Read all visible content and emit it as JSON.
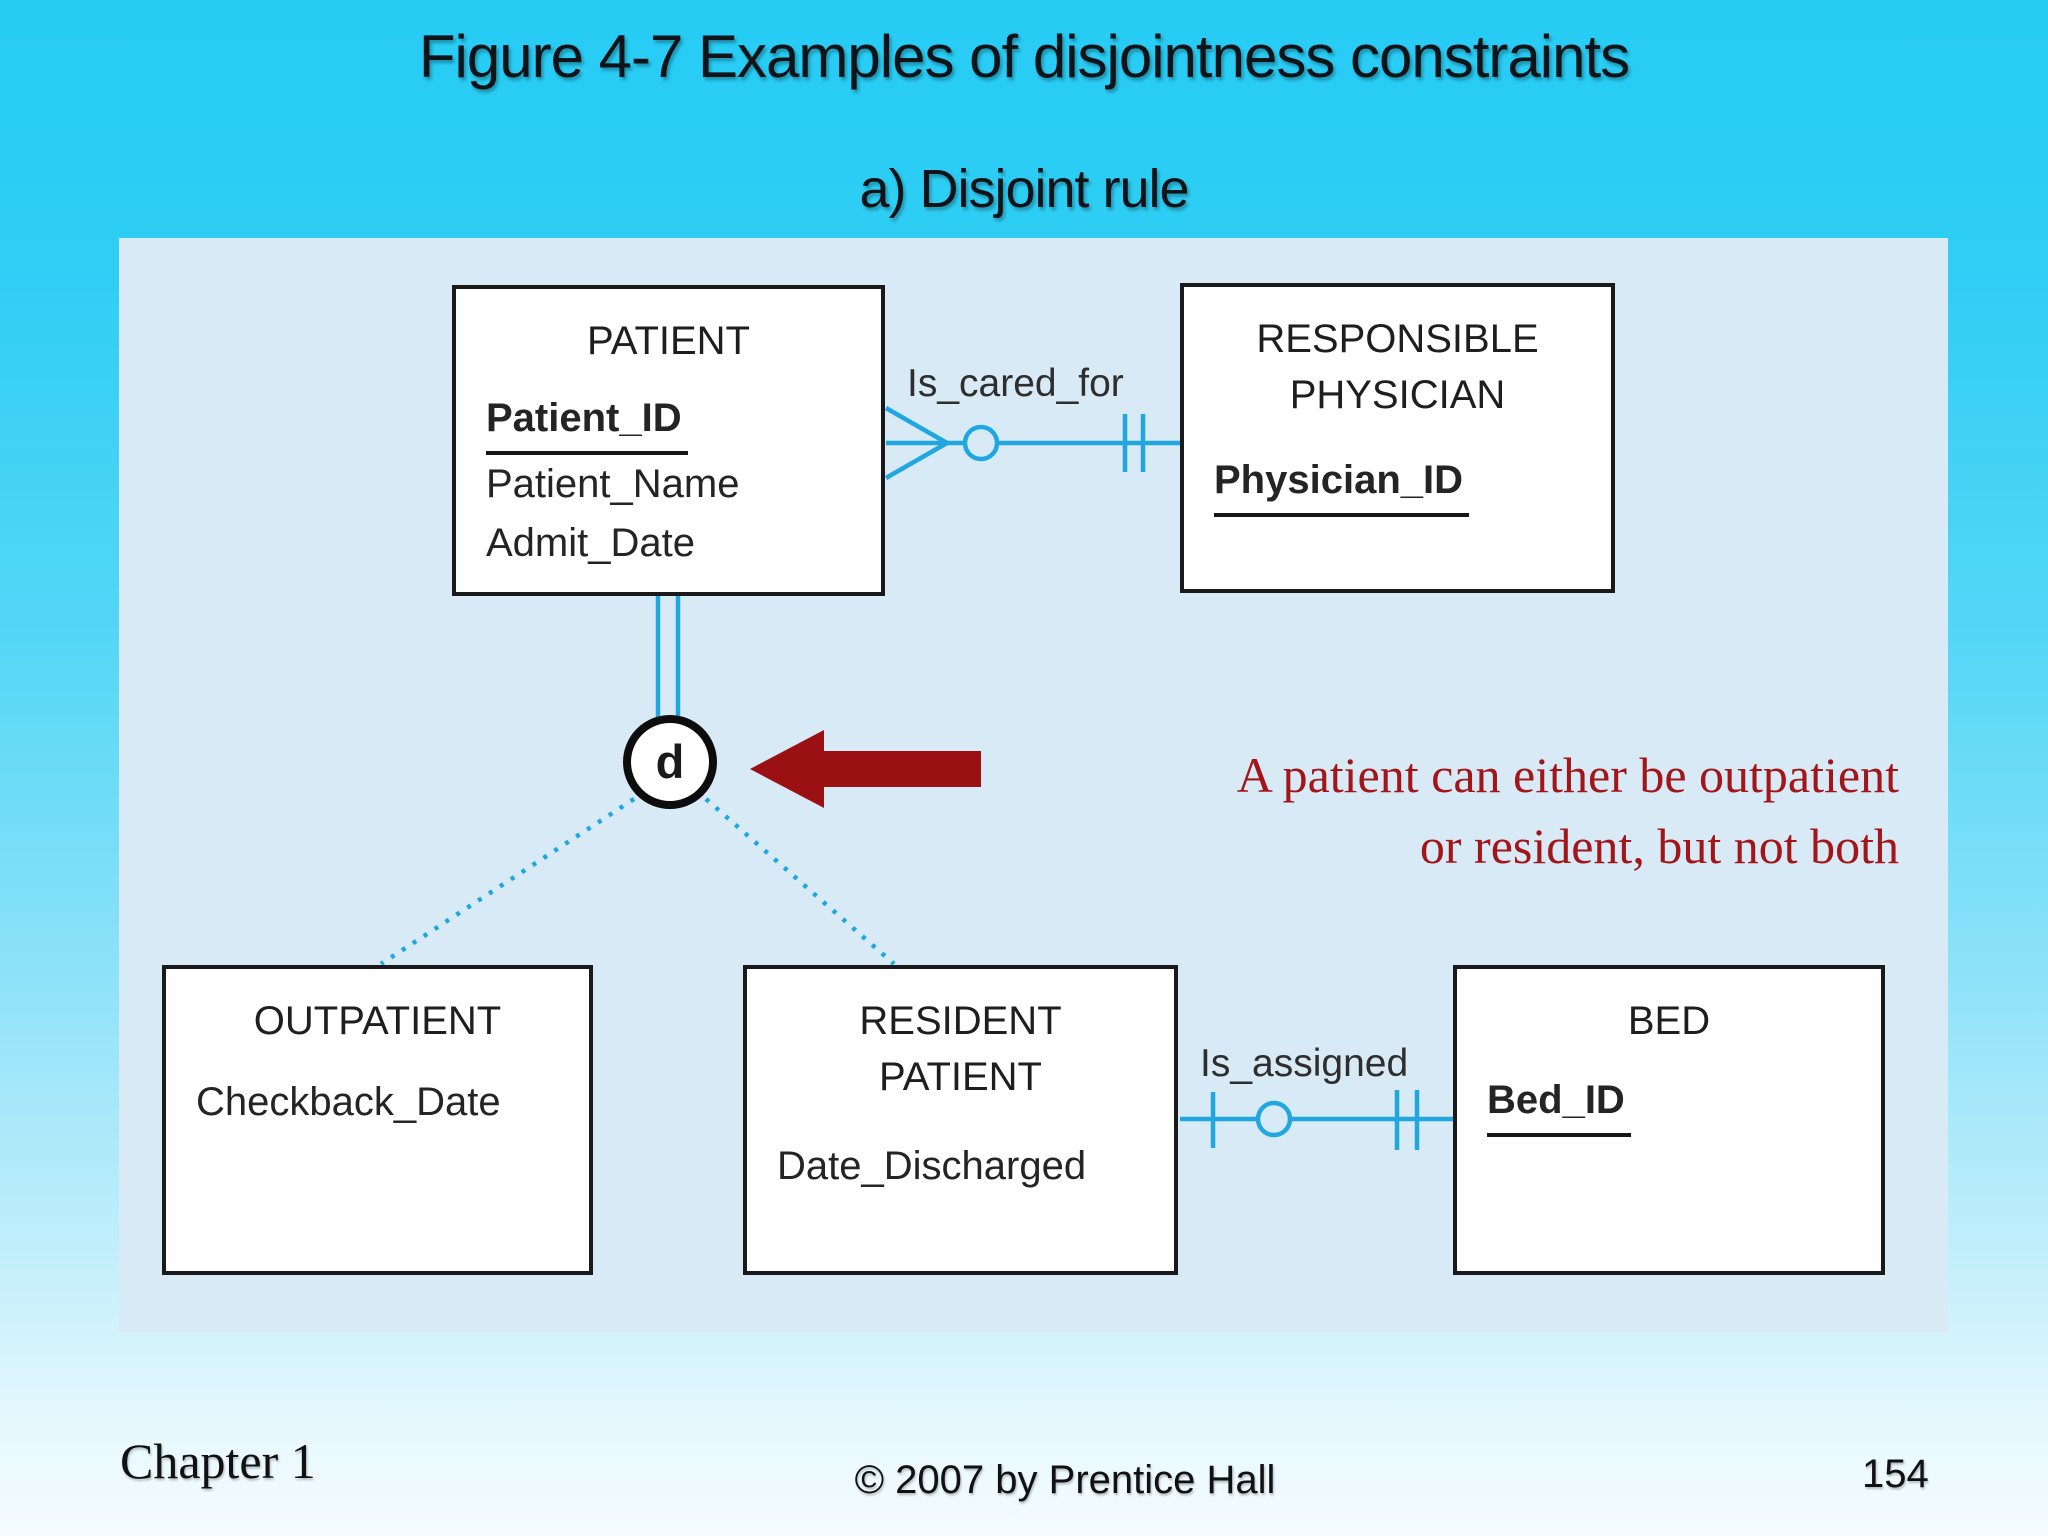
{
  "slide": {
    "title": "Figure 4-7 Examples of disjointness constraints",
    "subtitle": "a) Disjoint rule"
  },
  "diagram": {
    "entities": [
      {
        "id": "patient",
        "title_lines": [
          "PATIENT"
        ],
        "attributes": [
          {
            "text": "Patient_ID",
            "key": true
          },
          {
            "text": "Patient_Name",
            "key": false
          },
          {
            "text": "Admit_Date",
            "key": false
          }
        ]
      },
      {
        "id": "responsible-physician",
        "title_lines": [
          "RESPONSIBLE",
          "PHYSICIAN"
        ],
        "attributes": [
          {
            "text": "Physician_ID",
            "key": true
          }
        ]
      },
      {
        "id": "outpatient",
        "title_lines": [
          "OUTPATIENT"
        ],
        "attributes": [
          {
            "text": "Checkback_Date",
            "key": false
          }
        ]
      },
      {
        "id": "resident-patient",
        "title_lines": [
          "RESIDENT",
          "PATIENT"
        ],
        "attributes": [
          {
            "text": "Date_Discharged",
            "key": false
          }
        ]
      },
      {
        "id": "bed",
        "title_lines": [
          "BED"
        ],
        "attributes": [
          {
            "text": "Bed_ID",
            "key": true
          }
        ]
      }
    ],
    "relationships": [
      {
        "label": "Is_cared_for",
        "from": "PATIENT",
        "to": "RESPONSIBLE PHYSICIAN",
        "from_end_glyph": "crows-foot-with-circle",
        "to_end_glyph": "double-bar"
      },
      {
        "label": "Is_assigned",
        "from": "RESIDENT PATIENT",
        "to": "BED",
        "from_end_glyph": "bar-with-circle",
        "to_end_glyph": "double-bar"
      }
    ],
    "disjoint_symbol": "d",
    "annotation": {
      "line1": "A patient can either be outpatient",
      "line2": "or resident, but not both"
    }
  },
  "footer": {
    "chapter": "Chapter 1",
    "copyright": "© 2007 by Prentice Hall",
    "page_number": "154"
  },
  "colors": {
    "background_top": "#26ccf4",
    "background_bottom": "#f4fcff",
    "panel": "#d7eaf6",
    "connector_blue": "#21a7e0",
    "entity_border": "#1a1a1a",
    "arrow_red": "#9b1113",
    "annotation_red": "#a31518"
  }
}
